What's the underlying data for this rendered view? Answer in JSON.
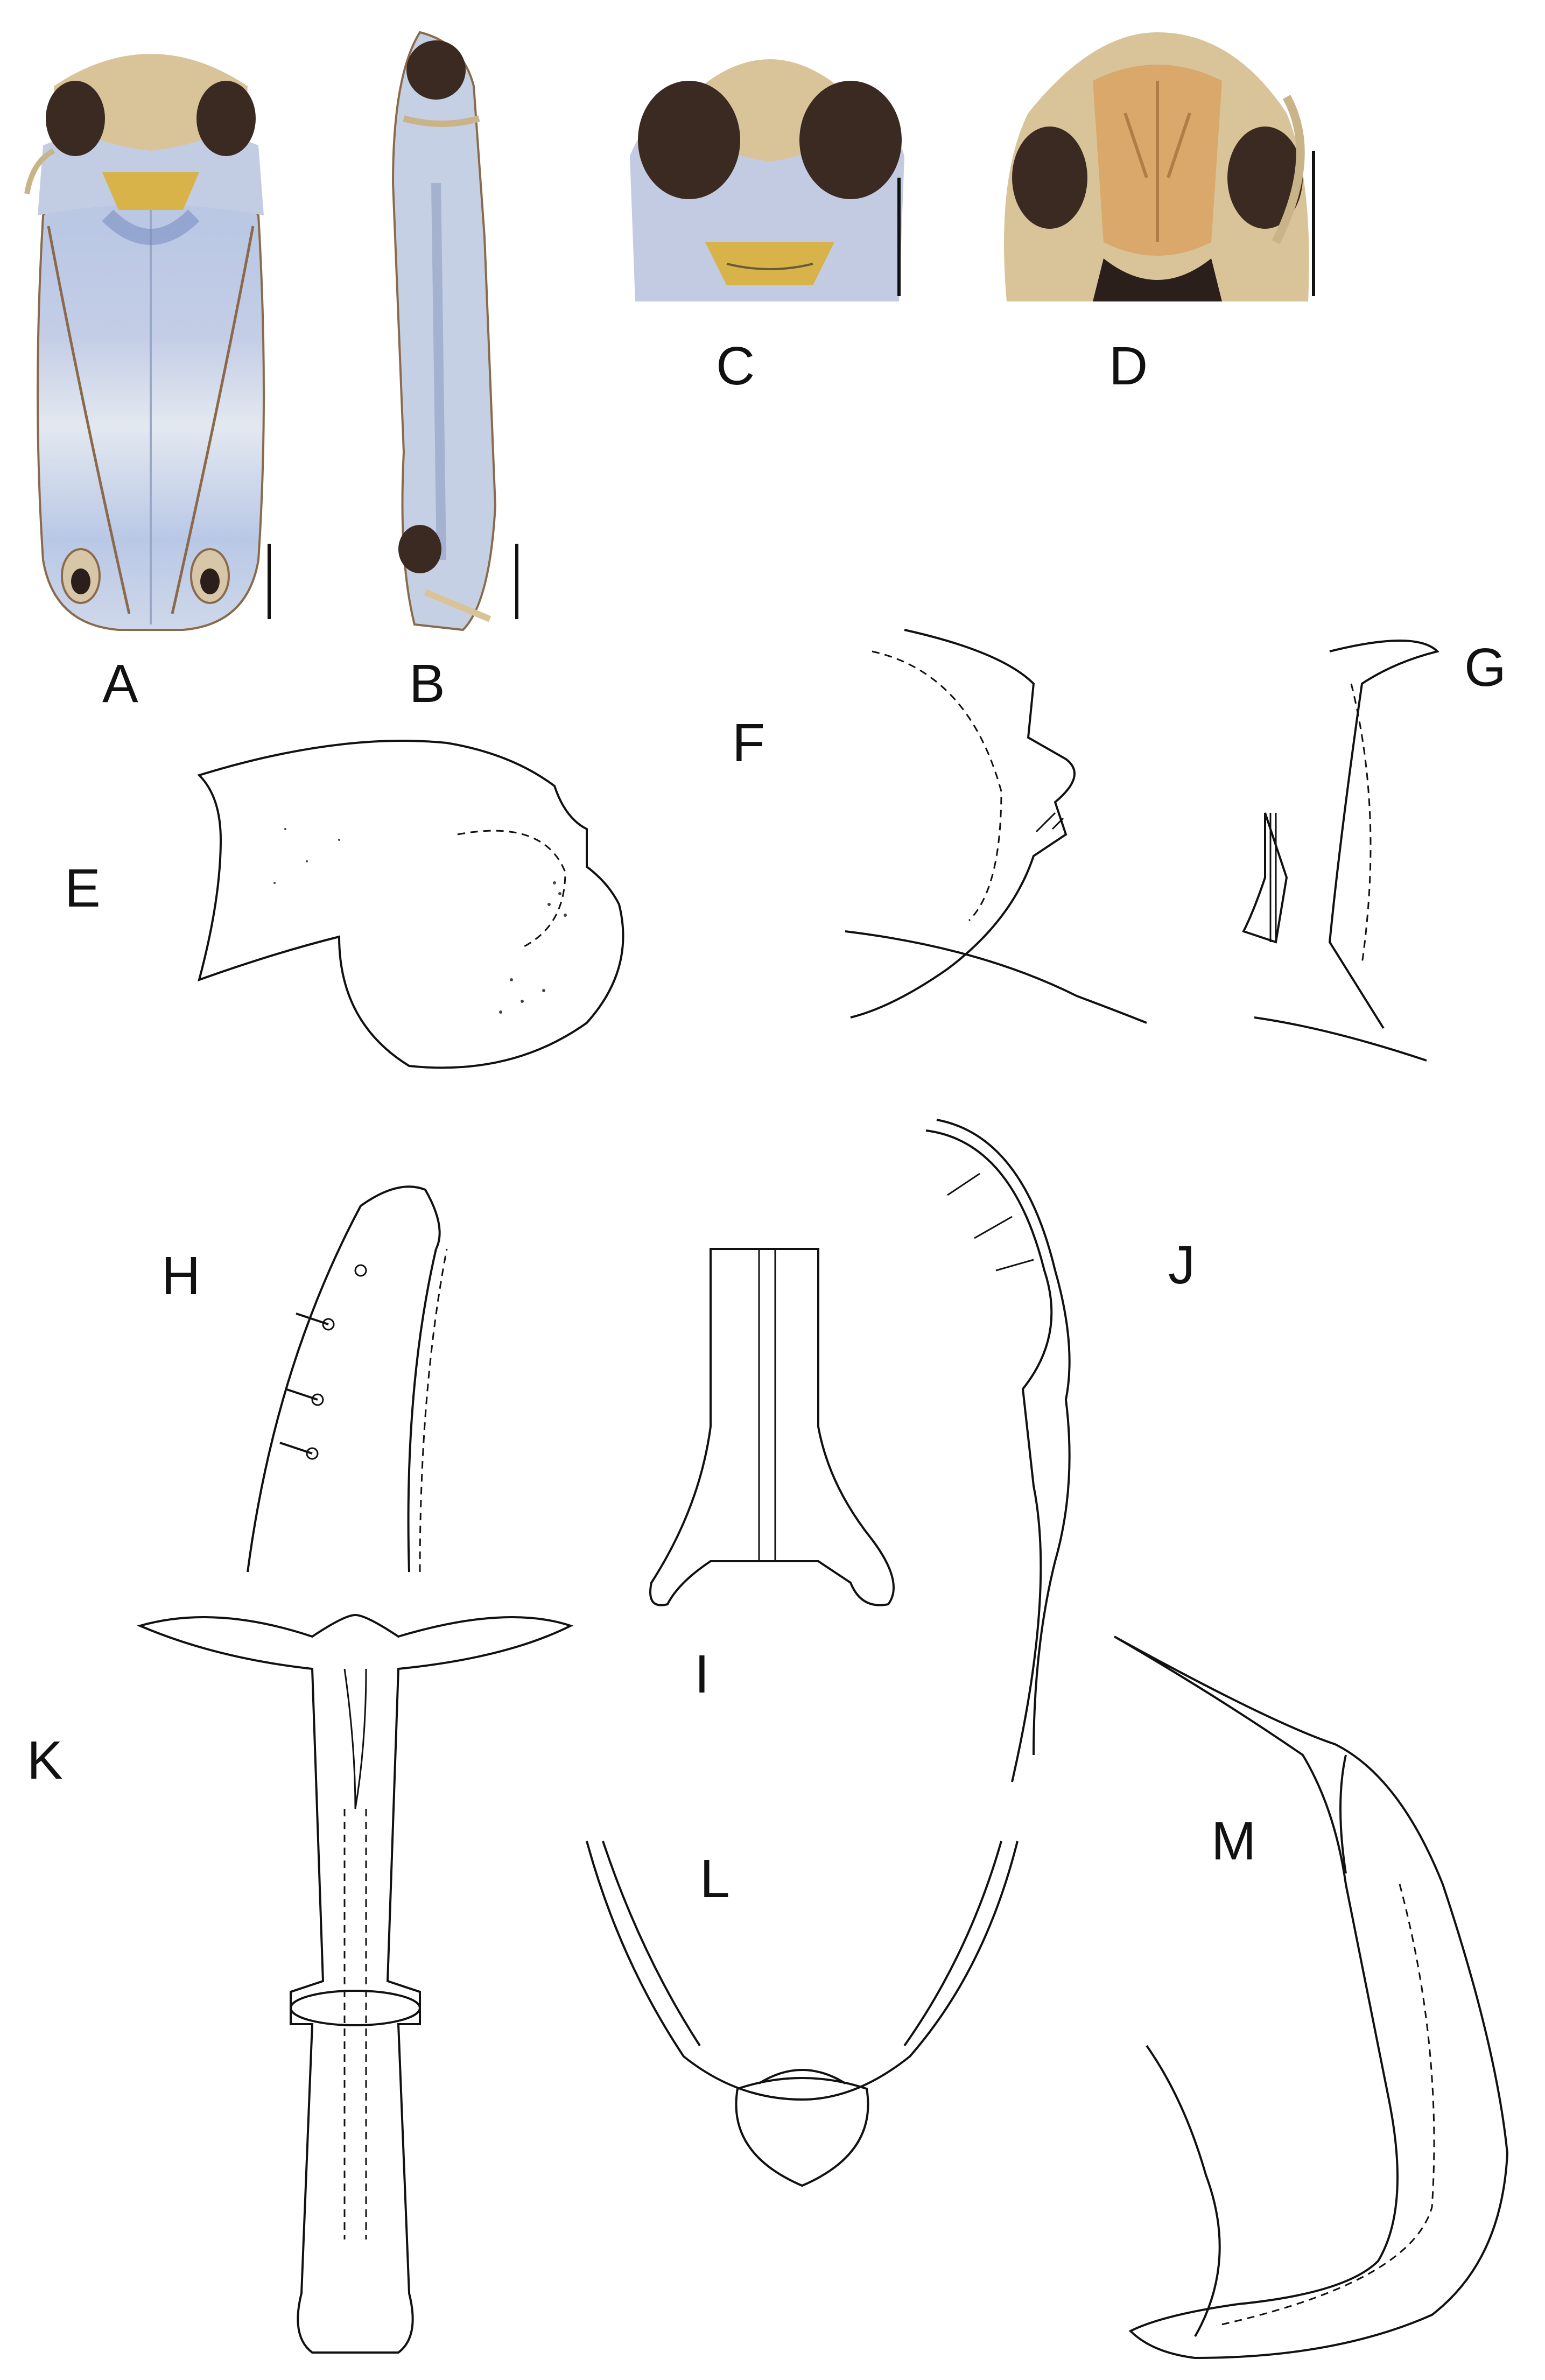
{
  "panels": {
    "A": "A",
    "B": "B",
    "C": "C",
    "D": "D",
    "E": "E",
    "F": "F",
    "G": "G",
    "H": "H",
    "I": "I",
    "J": "J",
    "K": "K",
    "L": "L",
    "M": "M"
  },
  "colors": {
    "ink": "#111111",
    "wing_membrane": "#c9d3e6",
    "wing_blue": "#7d96c8",
    "wing_brown": "#8a6a4a",
    "pronotum_yellow": "#d8b34a",
    "head_tan": "#d9c49a",
    "eye_dark": "#3a2a22",
    "face_orange": "#d9a86a",
    "abdomen_dark": "#2a1f1a"
  }
}
